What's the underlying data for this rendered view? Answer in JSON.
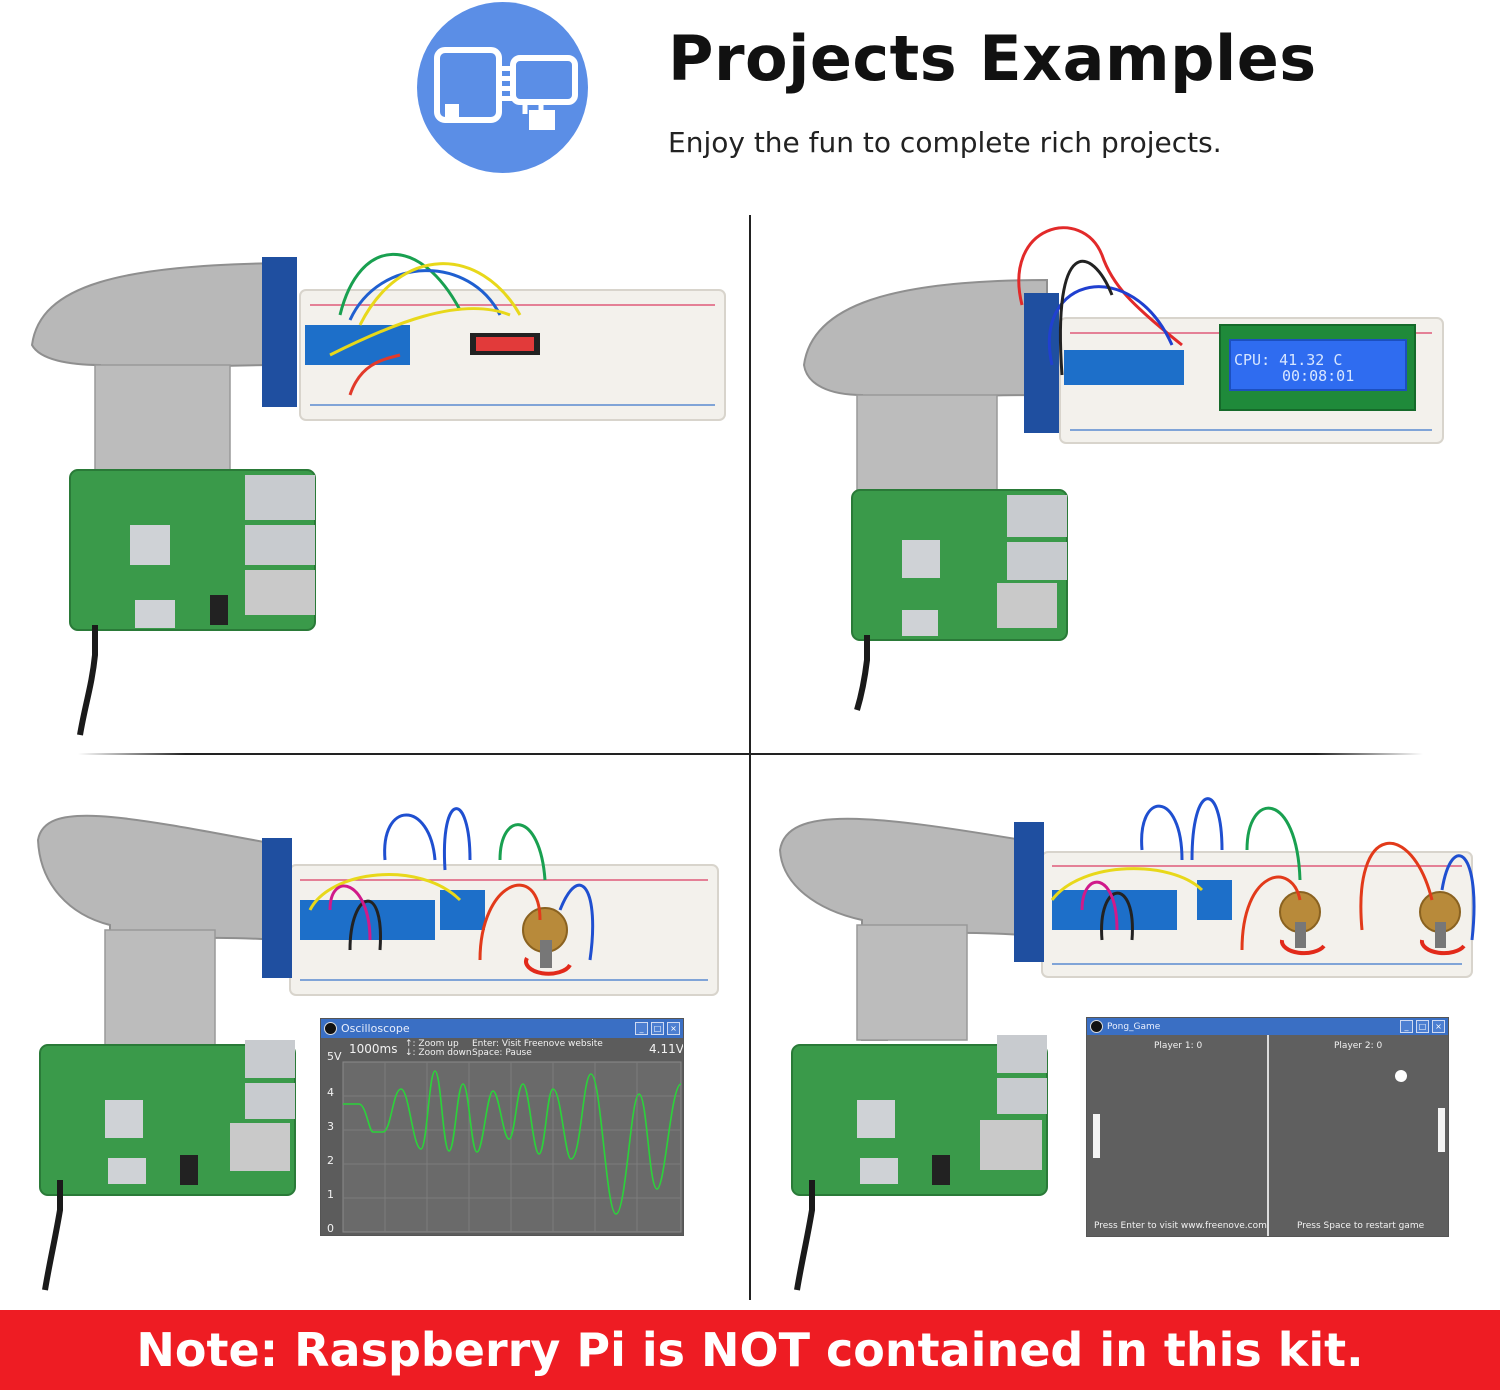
{
  "header": {
    "title": "Projects Examples",
    "subtitle": "Enjoy the fun to complete rich projects."
  },
  "colors": {
    "accent_blue": "#5b8ee6",
    "banner_red": "#ee1c23",
    "pcb_green": "#3a9a4a",
    "cable_gray": "#b8b8b8",
    "breadboard": "#f3f1ec",
    "lcd_blue": "#2f6cf0"
  },
  "icons": [
    "circuit-icon"
  ],
  "lcd": {
    "line1": "CPU: 41.32 C",
    "line2": "00:08:01"
  },
  "oscilloscope": {
    "title": "Oscilloscope",
    "timebase": "1000ms",
    "hint_zoom_up": "↑: Zoom up",
    "hint_zoom_down": "↓: Zoom down",
    "hint_enter": "Enter: Visit Freenove website",
    "hint_space": "Space: Pause",
    "reading": "4.11V",
    "y_ticks": [
      "5V",
      "4",
      "3",
      "2",
      "1",
      "0"
    ]
  },
  "pong": {
    "title": "Pong_Game",
    "player1": "Player 1: 0",
    "player2": "Player 2: 0",
    "footer_left": "Press Enter to visit www.freenove.com",
    "footer_right": "Press Space to restart game"
  },
  "window_buttons": [
    "_",
    "□",
    "×"
  ],
  "note": "Note: Raspberry Pi is NOT contained in this kit."
}
